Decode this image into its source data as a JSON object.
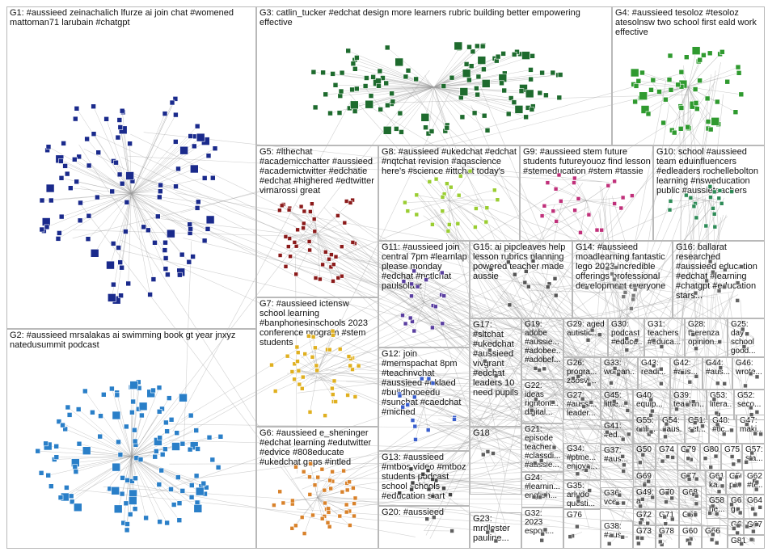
{
  "graph": {
    "edge_color": "#9a9a9a",
    "groups": [
      {
        "id": "G1",
        "label": "G1: #aussieed zeinachalich lfurze ai join chat #womened mattoman71 larubain #chatgpt",
        "color": "#1a2a8c"
      },
      {
        "id": "G2",
        "label": "G2: #aussieed mrsalakas ai swimming book gt year jnxyz natedusummit podcast",
        "color": "#2a7fc8"
      },
      {
        "id": "G3",
        "label": "G3: catlin_tucker #edchat design more learners rubric building better empowering effective",
        "color": "#1e6b2e"
      },
      {
        "id": "G4",
        "label": "G4: #aussieed tesoloz #tesoloz atesolnsw two school first eald work effective",
        "color": "#2f9a2f"
      },
      {
        "id": "G5",
        "label": "G5: #lthechat #academicchatter #aussieed #academictwitter #edchatie #edchat #highered #edtwitter virnarossi great",
        "color": "#8b1a1a"
      },
      {
        "id": "G6",
        "label": "G6: #aussieed e_sheninger #edchat learning #edutwitter #edvice #808educate #ukedchat gaps #intled",
        "color": "#d9822b"
      },
      {
        "id": "G7",
        "label": "G7: #aussieed ictensw school learning #banphonesinschools 2023 conference program #stem students",
        "color": "#e0b020"
      },
      {
        "id": "G8",
        "label": "G8: #aussieed #ukedchat #edchat #nqtchat revision #aqascience here's #science #ittchat today's",
        "color": "#9acd32"
      },
      {
        "id": "G9",
        "label": "G9: #aussieed stem future students futureyouoz find lesson #stemeducation #stem #tassie",
        "color": "#c0307a"
      },
      {
        "id": "G10",
        "label": "G10: school #aussieed team eduinfluencers #edleaders rochellebolton learning #nsweducation public #aussieteachers",
        "color": "#2e8b57"
      },
      {
        "id": "G11",
        "label": "G11: #aussieed join central 7pm #learnlap please monday #edchat #nctlchat paulsolarz",
        "color": "#5a3fa0"
      },
      {
        "id": "G12",
        "label": "G12: join #memspachat 8pm #teachnvchat #aussieed #oklaed #buildhopeedu #sunchat #caedchat #miched",
        "color": "#3a5fcd"
      },
      {
        "id": "G13",
        "label": "G13: #aussieed #mtbos video #mtboz students podcast school schools #education start",
        "color": "#444444"
      },
      {
        "id": "G14",
        "label": "G14: #aussieed moadlearning fantastic lego 2023 incredible offerings professional development everyone",
        "color": "#7a7a7a"
      },
      {
        "id": "G15",
        "label": "G15: ai pipcleaves help lesson rubrics planning powered teacher made aussie",
        "color": "#555555"
      },
      {
        "id": "G16",
        "label": "G16: ballarat researched #aussieed education #edchat #learning #chatgpt #education stars...",
        "color": "#666666"
      },
      {
        "id": "G17",
        "label": "G17: #sltchat #ukedchat #aussieed vivgrant #edchat leaders 10 need pupils",
        "color": "#606060"
      },
      {
        "id": "G18",
        "label": "G18",
        "color": "#606060"
      },
      {
        "id": "G19",
        "label": "G19: adobe #aussie... #adobee... #adobef...",
        "color": "#606060"
      },
      {
        "id": "G20",
        "label": "G20: #aussieed",
        "color": "#606060"
      },
      {
        "id": "G21",
        "label": "G21: episode teachers #classdi... #aussie...",
        "color": "#606060"
      },
      {
        "id": "G22",
        "label": "G22: ideas rightont... digital...",
        "color": "#606060"
      },
      {
        "id": "G23",
        "label": "G23: mrdlester pauline...",
        "color": "#606060"
      },
      {
        "id": "G24",
        "label": "G24: #learnin... english...",
        "color": "#606060"
      },
      {
        "id": "G25",
        "label": "G25: day school good...",
        "color": "#606060"
      },
      {
        "id": "G26",
        "label": "G26: progra... zoosvi...",
        "color": "#606060"
      },
      {
        "id": "G27",
        "label": "G27: #aussi... leader...",
        "color": "#606060"
      },
      {
        "id": "G28",
        "label": "G28: therenza opinion...",
        "color": "#606060"
      },
      {
        "id": "G29",
        "label": "G29: aged autistic...",
        "color": "#606060"
      },
      {
        "id": "G30",
        "label": "G30: podcast #educo...",
        "color": "#606060"
      },
      {
        "id": "G31",
        "label": "G31: teachers #educa...",
        "color": "#606060"
      },
      {
        "id": "G32",
        "label": "G32: 2023 esport...",
        "color": "#606060"
      },
      {
        "id": "G33",
        "label": "G33: woman...",
        "color": "#606060"
      },
      {
        "id": "G34",
        "label": "G34: #ptme... enjoye...",
        "color": "#606060"
      },
      {
        "id": "G35",
        "label": "G35: arludo questi...",
        "color": "#606060"
      },
      {
        "id": "G36",
        "label": "G36: vce...",
        "color": "#606060"
      },
      {
        "id": "G37",
        "label": "G37: #aus...",
        "color": "#606060"
      },
      {
        "id": "G38",
        "label": "G38: #aus...",
        "color": "#606060"
      },
      {
        "id": "G39",
        "label": "G39: teachin...",
        "color": "#606060"
      },
      {
        "id": "G40",
        "label": "G40: equip...",
        "color": "#606060"
      },
      {
        "id": "G41",
        "label": "G41: #ed...",
        "color": "#606060"
      },
      {
        "id": "G42",
        "label": "G42: #aus...",
        "color": "#606060"
      },
      {
        "id": "G43",
        "label": "G43: readi...",
        "color": "#606060"
      },
      {
        "id": "G44",
        "label": "G44: #aus...",
        "color": "#606060"
      },
      {
        "id": "G45",
        "label": "G45: little...",
        "color": "#606060"
      },
      {
        "id": "G46",
        "label": "G46: wrote...",
        "color": "#606060"
      },
      {
        "id": "G47",
        "label": "G47: maki...",
        "color": "#606060"
      },
      {
        "id": "G48",
        "label": "G48: #tlc...",
        "color": "#606060"
      },
      {
        "id": "G49",
        "label": "G49: a",
        "color": "#606060"
      },
      {
        "id": "G50",
        "label": "G50",
        "color": "#606060"
      },
      {
        "id": "G51",
        "label": "G51: set...",
        "color": "#606060"
      },
      {
        "id": "G52",
        "label": "G52: seco...",
        "color": "#606060"
      },
      {
        "id": "G53",
        "label": "G53: litera...",
        "color": "#606060"
      },
      {
        "id": "G54",
        "label": "G54: #aus...",
        "color": "#606060"
      },
      {
        "id": "G55",
        "label": "G55: onli...",
        "color": "#606060"
      },
      {
        "id": "G56",
        "label": "G56: pat...",
        "color": "#606060"
      },
      {
        "id": "G57",
        "label": "G57: sta...",
        "color": "#606060"
      },
      {
        "id": "G58",
        "label": "G58: he...",
        "color": "#606060"
      },
      {
        "id": "G59",
        "label": "G59",
        "color": "#606060"
      },
      {
        "id": "G60",
        "label": "G60",
        "color": "#606060"
      },
      {
        "id": "G61",
        "label": "G61: ka...",
        "color": "#606060"
      },
      {
        "id": "G62",
        "label": "G62: #te...",
        "color": "#606060"
      },
      {
        "id": "G63",
        "label": "G63: ge...",
        "color": "#606060"
      },
      {
        "id": "G64",
        "label": "G64",
        "color": "#606060"
      },
      {
        "id": "G65",
        "label": "G65",
        "color": "#606060"
      },
      {
        "id": "G66",
        "label": "G66",
        "color": "#606060"
      },
      {
        "id": "G67",
        "label": "G67",
        "color": "#606060"
      },
      {
        "id": "G68",
        "label": "G68",
        "color": "#606060"
      },
      {
        "id": "G69",
        "label": "G69",
        "color": "#606060"
      },
      {
        "id": "G70",
        "label": "G70",
        "color": "#606060"
      },
      {
        "id": "G71",
        "label": "G71",
        "color": "#606060"
      },
      {
        "id": "G72",
        "label": "G72",
        "color": "#606060"
      },
      {
        "id": "G73",
        "label": "G73",
        "color": "#606060"
      },
      {
        "id": "G74",
        "label": "G74",
        "color": "#606060"
      },
      {
        "id": "G75",
        "label": "G75",
        "color": "#606060"
      },
      {
        "id": "G76",
        "label": "G76",
        "color": "#606060"
      },
      {
        "id": "G77",
        "label": "G77",
        "color": "#606060"
      },
      {
        "id": "G78",
        "label": "G78",
        "color": "#606060"
      },
      {
        "id": "G79",
        "label": "G79",
        "color": "#606060"
      },
      {
        "id": "G80",
        "label": "G80",
        "color": "#606060"
      },
      {
        "id": "G81",
        "label": "G81",
        "color": "#606060"
      }
    ]
  }
}
